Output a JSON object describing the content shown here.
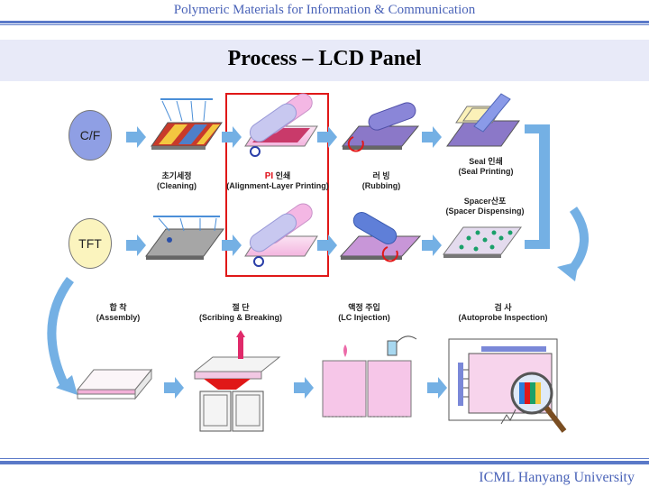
{
  "header": {
    "title": "Polymeric Materials for Information & Communication"
  },
  "page_title": "Process  – LCD Panel",
  "footer": {
    "text": "ICML Hanyang University"
  },
  "sources": {
    "cf": "C/F",
    "tft": "TFT"
  },
  "steps": {
    "cleaning": {
      "ko": "초기세정",
      "en": "(Cleaning)"
    },
    "pi": {
      "ko_prefix": "PI",
      "ko": " 인쇄",
      "en": "(Alignment-Layer Printing)"
    },
    "rubbing": {
      "ko": "러 빙",
      "en": "(Rubbing)"
    },
    "seal": {
      "ko": "Seal 인쇄",
      "en": "(Seal Printing)"
    },
    "spacer": {
      "ko": "Spacer산포",
      "en": "(Spacer Dispensing)"
    },
    "assembly": {
      "ko": "합 착",
      "en": "(Assembly)"
    },
    "scribing": {
      "ko": "절 단",
      "en": "(Scribing & Breaking)"
    },
    "lc": {
      "ko": "액정 주입",
      "en": "(LC Injection)"
    },
    "probe": {
      "ko": "검 사",
      "en": "(Autoprobe Inspection)"
    }
  },
  "colors": {
    "arrow": "#74b0e4",
    "highlight": "#e01818",
    "accent_text": "#4a63b8"
  }
}
